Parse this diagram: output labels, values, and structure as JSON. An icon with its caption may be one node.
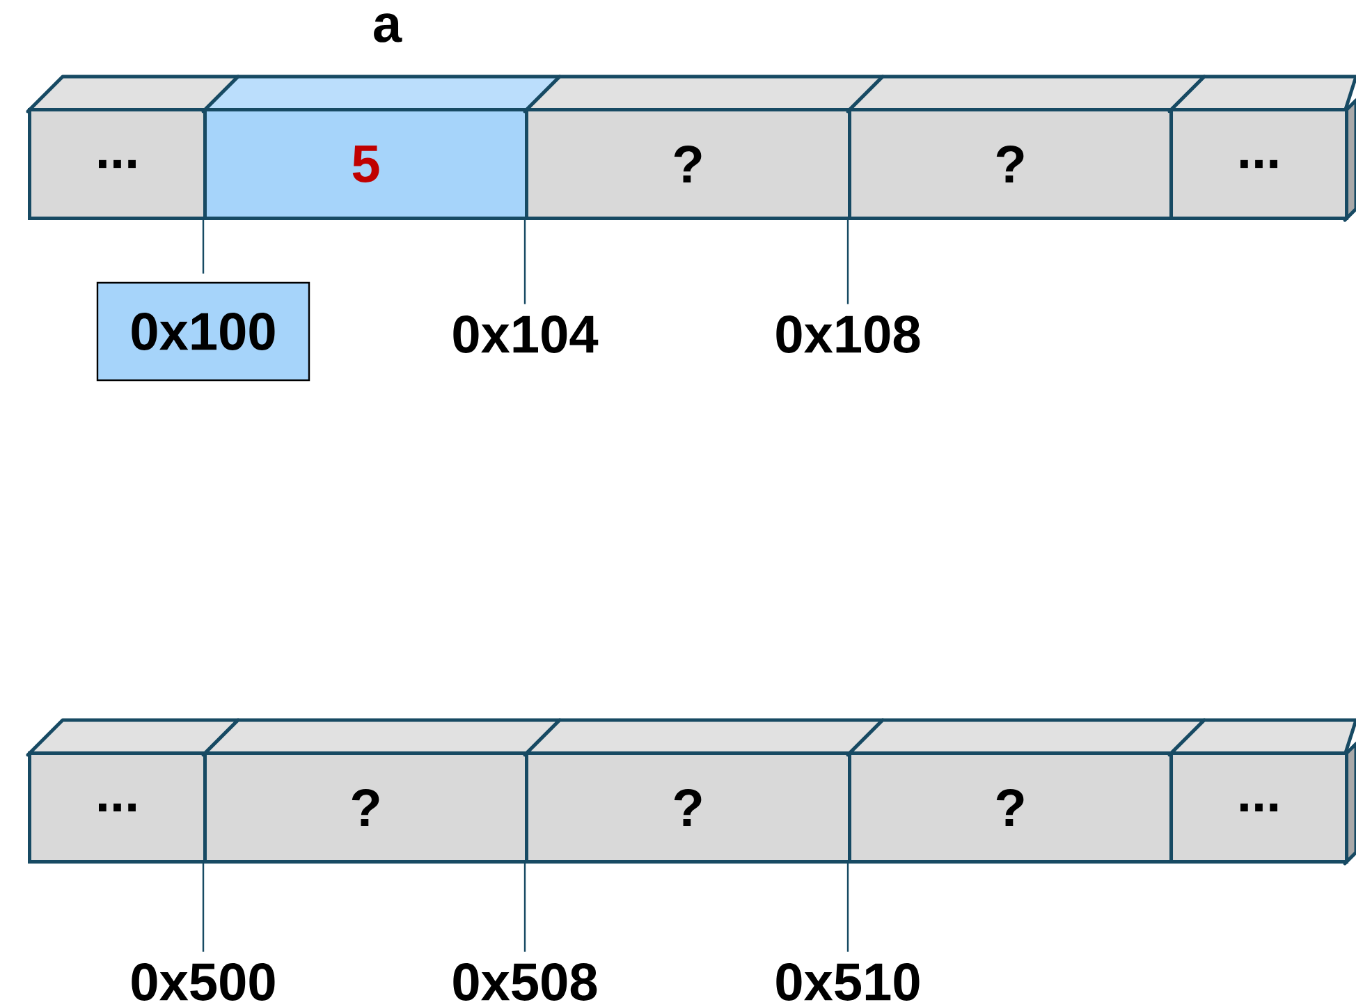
{
  "diagram": {
    "nodes": [
      {
        "text": [
          "..."
        ]
      },
      {
        "text": [
          "5"
        ],
        "beside": [
          "a"
        ]
      },
      {
        "text": [
          "?"
        ]
      },
      {
        "text": [
          "?"
        ]
      },
      {
        "text": [
          "..."
        ]
      },
      {
        "text": [
          "0x100"
        ]
      },
      {
        "text": [
          "0x104"
        ]
      },
      {
        "text": [
          "0x108"
        ]
      },
      {
        "text": [
          "..."
        ]
      },
      {
        "text": [
          "?"
        ]
      },
      {
        "text": [
          "?"
        ]
      },
      {
        "text": [
          "?"
        ]
      },
      {
        "text": [
          "..."
        ]
      },
      {
        "text": [
          "0x500"
        ]
      },
      {
        "text": [
          "0x508"
        ]
      },
      {
        "text": [
          "0x510"
        ]
      }
    ],
    "edges": [
      {
        "from": 5,
        "to": 1,
        "arrow": "none"
      },
      {
        "from": 6,
        "to": 2,
        "arrow": "none"
      },
      {
        "from": 7,
        "to": 3,
        "arrow": "none"
      },
      {
        "from": 13,
        "to": 9,
        "arrow": "none"
      },
      {
        "from": 14,
        "to": 10,
        "arrow": "none"
      },
      {
        "from": 15,
        "to": 11,
        "arrow": "none"
      }
    ]
  }
}
